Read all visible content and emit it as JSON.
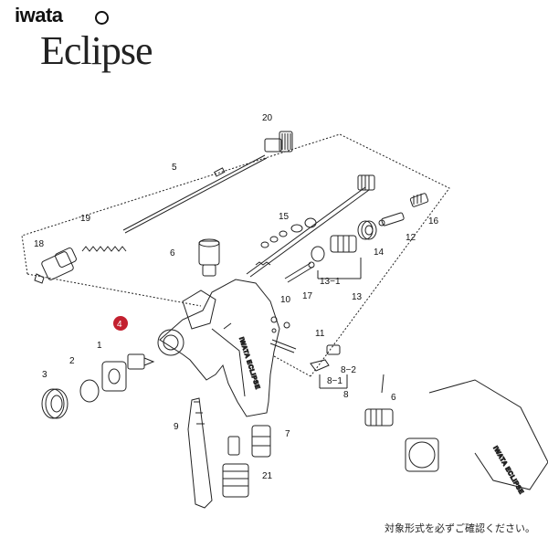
{
  "brand": {
    "small": "iwata",
    "large": "Eclipse"
  },
  "highlight_color": "#c3202f",
  "parts": [
    {
      "id": "p20",
      "label": "20"
    },
    {
      "id": "p5",
      "label": "5"
    },
    {
      "id": "p19",
      "label": "19"
    },
    {
      "id": "p18",
      "label": "18"
    },
    {
      "id": "p6",
      "label": "6"
    },
    {
      "id": "p15",
      "label": "15"
    },
    {
      "id": "p16",
      "label": "16"
    },
    {
      "id": "p12",
      "label": "12"
    },
    {
      "id": "p14",
      "label": "14"
    },
    {
      "id": "p13-1",
      "label": "13−1"
    },
    {
      "id": "p13",
      "label": "13"
    },
    {
      "id": "p17",
      "label": "17"
    },
    {
      "id": "p10",
      "label": "10"
    },
    {
      "id": "p11",
      "label": "11"
    },
    {
      "id": "p4",
      "label": "4",
      "highlight": true
    },
    {
      "id": "p1",
      "label": "1"
    },
    {
      "id": "p2",
      "label": "2"
    },
    {
      "id": "p3",
      "label": "3"
    },
    {
      "id": "p8-2",
      "label": "8−2"
    },
    {
      "id": "p8-1",
      "label": "8−1"
    },
    {
      "id": "p8",
      "label": "8"
    },
    {
      "id": "p9",
      "label": "9"
    },
    {
      "id": "p7",
      "label": "7"
    },
    {
      "id": "p21",
      "label": "21"
    },
    {
      "id": "p6b",
      "label": "6"
    }
  ],
  "gun_marking": "IWATA ECLIPSE",
  "footnote": "対象形式を必ずご確認ください。"
}
